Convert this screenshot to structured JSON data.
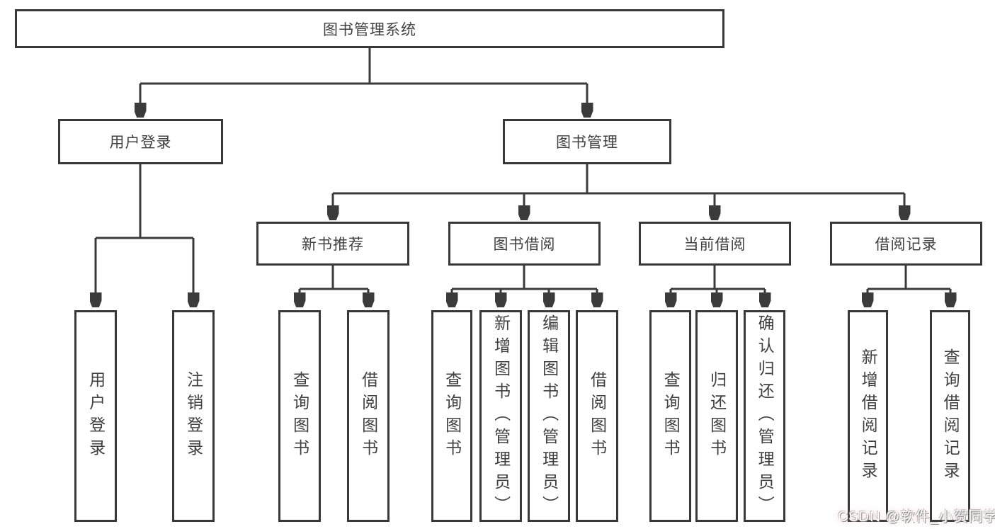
{
  "diagram": {
    "root": {
      "label": "图书管理系统"
    },
    "level2": [
      {
        "label": "用户登录"
      },
      {
        "label": "图书管理"
      }
    ],
    "level3": [
      {
        "label": "新书推荐"
      },
      {
        "label": "图书借阅"
      },
      {
        "label": "当前借阅"
      },
      {
        "label": "借阅记录"
      }
    ],
    "leaves": [
      {
        "label": "用户登录"
      },
      {
        "label": "注销登录"
      },
      {
        "label": "查询图书"
      },
      {
        "label": "借阅图书"
      },
      {
        "label": "查询图书"
      },
      {
        "label": "新增图书（管理员）"
      },
      {
        "label": "编辑图书（管理员）"
      },
      {
        "label": "借阅图书"
      },
      {
        "label": "查询图书"
      },
      {
        "label": "归还图书"
      },
      {
        "label": "确认归还（管理员）"
      },
      {
        "label": "新增借阅记录"
      },
      {
        "label": "查询借阅记录"
      }
    ]
  },
  "watermark": {
    "text": "CSDN @软件_小贺同学"
  },
  "colors": {
    "line": "#3b3b3b",
    "box_border": "#383838",
    "text": "#404040",
    "background": "#ffffff"
  }
}
